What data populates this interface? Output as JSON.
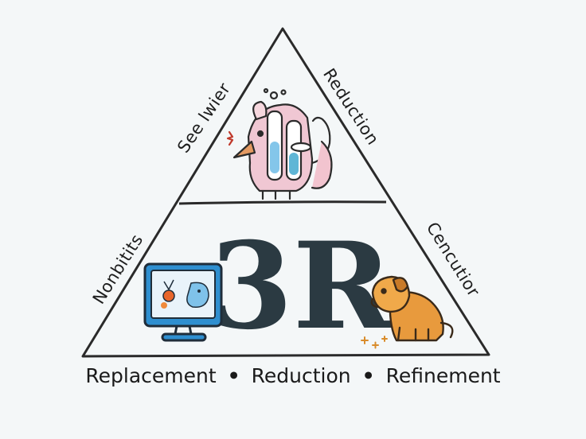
{
  "diagram": {
    "labels": {
      "top_left": "See lwier",
      "top_right": "Reduction",
      "bottom_left": "Nonbitits",
      "bottom_right": "Cencutior",
      "center": "3R"
    },
    "footer": {
      "items": [
        "Replacement",
        "Reduction",
        "Refinement"
      ],
      "separator": "•"
    },
    "icons": {
      "top": "lab-animal-with-test-tubes-icon",
      "left": "computer-monitor-icon",
      "right": "dog-icon"
    }
  }
}
